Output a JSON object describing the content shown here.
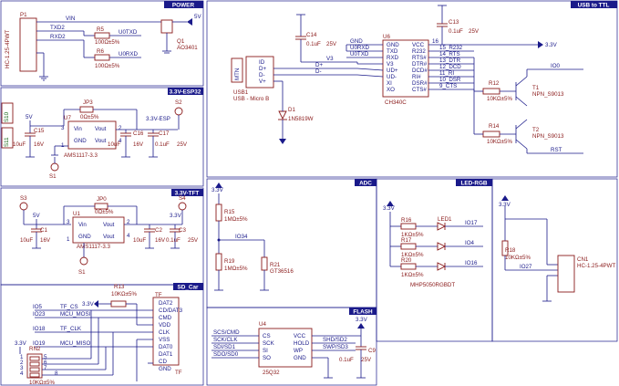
{
  "sections": {
    "power": "POWER",
    "esp32": "3.3V-ESP32",
    "tft": "3.3V-TFT",
    "sdcard": "SD_Car",
    "usb_ttl": "USB to TTL",
    "adc": "ADC",
    "led_rgb": "LED-RGB",
    "flash": "FLASH"
  },
  "colors": {
    "wire": "#1a1a8a",
    "part": "#8a1a1a",
    "title_bar": "#1a1a8a"
  },
  "power": {
    "p1_ref": "P1",
    "p1_type": "HC-1.25-4PWT",
    "vin": "VIN",
    "txd2": "TXD2",
    "rxd2": "RXD2",
    "r5": "R5",
    "r5_val": "100Ω±5%",
    "r6": "R6",
    "r6_val": "100Ω±5%",
    "u0txd": "U0TXD",
    "u0rxd": "U0RXD",
    "q1": "Q1",
    "q1_type": "AO3401",
    "v5": "5V"
  },
  "esp32": {
    "jp3": "JP3",
    "jp3_val": "0Ω±5%",
    "u7": "U7",
    "u7_type": "AMS1117-3.3",
    "vin": "Vin",
    "vout": "Vout",
    "gnd": "GND",
    "vout2": "Vout",
    "v5": "5V",
    "v33esp": "3.3V-ESP",
    "c15": "C15",
    "c15_val": "10uF",
    "c15_v": "16V",
    "c16": "C16",
    "c16_val": "10uF",
    "c16_v": "16V",
    "c17": "C17",
    "c17_val": "0.1uF",
    "c17_v": "25V",
    "s2": "S2",
    "s1": "S1",
    "s10": "S10",
    "s11": "S11",
    "p1": "1",
    "p2": "2",
    "p3": "3",
    "p4": "4"
  },
  "tft": {
    "s3": "S3",
    "s4": "S4",
    "s1": "S1",
    "jp0": "JP0",
    "jp0_val": "0Ω±5%",
    "u1": "U1",
    "u1_type": "AMS1117-3.3",
    "vin": "Vin",
    "vout": "Vout",
    "gnd": "GND",
    "vout2": "Vout",
    "v5": "5V",
    "v33": "3.3V",
    "c1": "C1",
    "c1_val": "10uF",
    "c1_v": "16V",
    "c2": "C2",
    "c2_val": "10uF",
    "c2_v": "16V",
    "c3": "C3",
    "c3_val": "0.1uF",
    "c3_v": "25V",
    "p1": "1",
    "p2": "2",
    "p3": "3",
    "p4": "4"
  },
  "sd": {
    "r13": "R13",
    "r13_val": "10KΩ±5%",
    "v33": "3.3V",
    "io5": "IO5",
    "io23": "IO23",
    "io18": "IO18",
    "io19": "IO19",
    "tf_cs": "TF_CS",
    "mcu_mosi": "MCU_MOSI",
    "tf_clk": "TF_CLK",
    "mcu_miso": "MCU_MISO",
    "tf": "TF",
    "tf_bottom": "TF",
    "pins": [
      "DAT2",
      "CD/DAT3",
      "CMD",
      "VDD",
      "CLK",
      "VSS",
      "DAT0",
      "DAT1",
      "CD",
      "GND"
    ],
    "rn2": "RN2",
    "rn2_val": "10KΩ±5%",
    "v33b": "3.3V",
    "p1": "1",
    "p2": "2",
    "p3": "3",
    "p4": "4",
    "p5": "5",
    "p6": "6",
    "p7": "7",
    "p8": "8"
  },
  "usb": {
    "usb1": "USB1",
    "usb1_type": "USB - Micro B",
    "mtn": "MTN",
    "id": "ID",
    "d_plus": "D+",
    "d_minus": "D-",
    "vplus": "V+",
    "d_plus_net": "D+",
    "d_minus_net": "D-",
    "v3": "V3",
    "c14": "C14",
    "c14_val": "0.1uF",
    "c14_v": "25V",
    "d1": "D1",
    "d1_type": "1N5819W",
    "u6": "U6",
    "u6_type": "CH340C",
    "left_nets": [
      "GND",
      "U0RXD",
      "U0TXD"
    ],
    "left_pins": [
      "GND",
      "TXD",
      "RXD",
      "V3",
      "UD+",
      "UD-",
      "XI",
      "XO"
    ],
    "right_pins": [
      "VCC",
      "R232",
      "RTS#",
      "DTR#",
      "DCD#",
      "RI#",
      "DSR#",
      "CTS#"
    ],
    "right_nets": [
      "16",
      "15_R232",
      "14_RTS",
      "13_DTR",
      "12_DCD",
      "11_RI",
      "10_DSR",
      "9_CTS"
    ],
    "c13": "C13",
    "c13_val": "0.1uF",
    "c13_v": "25V",
    "v33": "3.3V",
    "r12": "R12",
    "r12_val": "10KΩ±5%",
    "r14": "R14",
    "r14_val": "10KΩ±5%",
    "t1": "T1",
    "t1_type": "NPN_S9013",
    "t2": "T2",
    "t2_type": "NPN_S9013",
    "io0": "IO0",
    "rst": "RST"
  },
  "adc": {
    "v33": "3.3V",
    "r15": "R15",
    "r15_val": "1MΩ±5%",
    "r19": "R19",
    "r19_val": "1MΩ±5%",
    "io34": "IO34",
    "r21": "R21",
    "r21_type": "GT36516"
  },
  "led": {
    "v33": "3.3V",
    "led1": "LED1",
    "r16": "R16",
    "r16_val": "1KΩ±5%",
    "r17": "R17",
    "r17_val": "1KΩ±5%",
    "r20": "R20",
    "r20_val": "1KΩ±5%",
    "io17": "IO17",
    "io4": "IO4",
    "io16": "IO16",
    "part": "MHP5050RGBDT"
  },
  "cn1": {
    "v33": "3.3V",
    "r18": "R18",
    "r18_val": "10KΩ±5%",
    "io27": "IO27",
    "cn1": "CN1",
    "cn1_type": "HC-1.25-4PWT"
  },
  "flash": {
    "u4": "U4",
    "u4_type": "25Q32",
    "v33": "3.3V",
    "scs_cmd": "SCS/CMD",
    "sck_clk": "SCK/CLK",
    "sdi_sd1": "SDI/SD1",
    "sdo_sd0": "SDO/SD0",
    "left_pins": [
      "CS",
      "SCK",
      "SI",
      "SO"
    ],
    "right_pins": [
      "VCC",
      "HOLD",
      "WP",
      "GND"
    ],
    "shd_sd2": "SHD/SD2",
    "swp_sd3": "SWP/SD3",
    "c9": "C9",
    "c9_val": "0.1uF",
    "c9_v": "25V"
  }
}
